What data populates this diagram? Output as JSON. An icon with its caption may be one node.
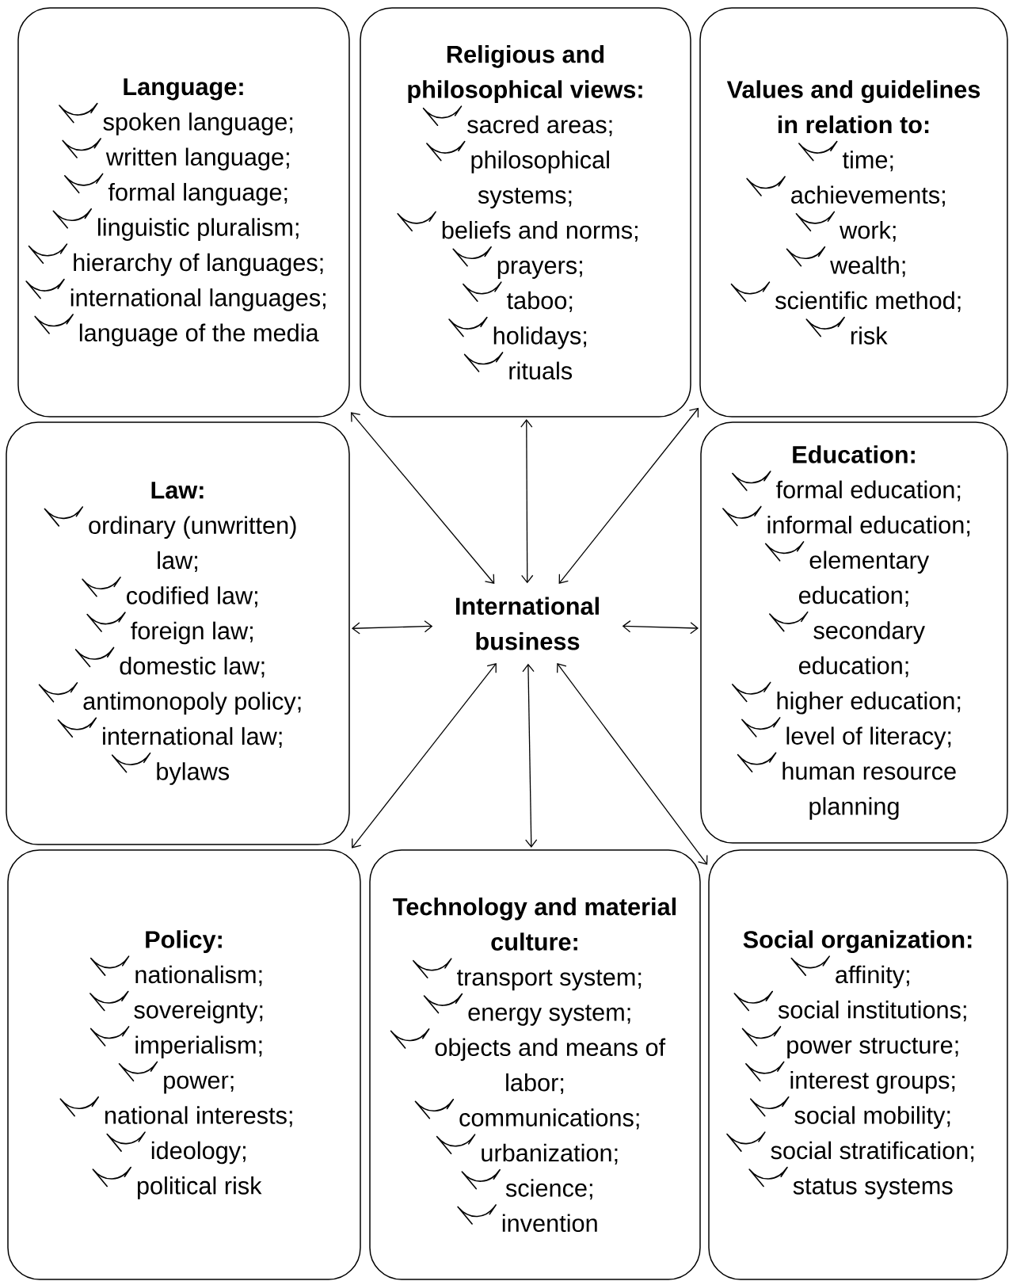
{
  "diagram": {
    "nodes": [
      {
        "text": [
          "Language:",
          "spoken language;",
          "written language;",
          "formal language;",
          "linguistic pluralism;",
          "hierarchy of languages;",
          "international languages;",
          "language of the media"
        ]
      },
      {
        "text": [
          "Religious and philosophical views:",
          "sacred areas;",
          "philosophical systems;",
          "beliefs and norms;",
          "prayers;",
          "taboo;",
          "holidays;",
          "rituals"
        ]
      },
      {
        "text": [
          "Values and guidelines in relation to:",
          "time;",
          "achievements;",
          "work;",
          "wealth;",
          "scientific method;",
          "risk"
        ]
      },
      {
        "text": [
          "Law:",
          "ordinary (unwritten) law;",
          "codified law;",
          "foreign law;",
          "domestic law;",
          "antimonopoly policy;",
          "international law;",
          "bylaws"
        ]
      },
      {
        "text": [
          "International business"
        ]
      },
      {
        "text": [
          "Education:",
          "formal education;",
          "informal education;",
          "elementary education;",
          "secondary education;",
          "higher education;",
          "level of literacy;",
          "human resource planning"
        ]
      },
      {
        "text": [
          "Policy:",
          "nationalism;",
          "sovereignty;",
          "imperialism;",
          "power;",
          "national interests;",
          "ideology;",
          "political risk"
        ]
      },
      {
        "text": [
          "Technology and material culture:",
          "transport system;",
          "energy system;",
          "objects and means of labor;",
          "communications;",
          "urbanization;",
          "science;",
          "invention"
        ]
      },
      {
        "text": [
          "Social organization:",
          "affinity;",
          "social institutions;",
          "power structure;",
          "interest groups;",
          "social mobility;",
          "social stratification;",
          "status systems"
        ]
      }
    ],
    "edges": [
      {
        "from": 4,
        "to": 0,
        "arrow": "both"
      },
      {
        "from": 4,
        "to": 1,
        "arrow": "both"
      },
      {
        "from": 4,
        "to": 2,
        "arrow": "both"
      },
      {
        "from": 4,
        "to": 3,
        "arrow": "both"
      },
      {
        "from": 4,
        "to": 5,
        "arrow": "both"
      },
      {
        "from": 4,
        "to": 6,
        "arrow": "both"
      },
      {
        "from": 4,
        "to": 7,
        "arrow": "both"
      },
      {
        "from": 4,
        "to": 8,
        "arrow": "both"
      }
    ]
  }
}
